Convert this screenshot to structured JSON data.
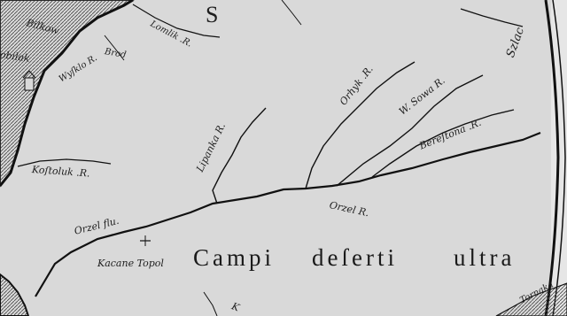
{
  "map": {
    "colors": {
      "paper": "#d9d9d9",
      "ink": "#1e1e1e",
      "coast": "#2a2a2a"
    },
    "region_title": {
      "word1": "Campi",
      "word2": "deſerti",
      "word3": "ultra"
    },
    "labels": {
      "bilkow": "Bilkow",
      "bilak": "obilak",
      "lomlik": "Lomlik .R.",
      "wysklo": "Wyſklo R.",
      "brod": "Brod",
      "sletter": "S",
      "szlac": "Szlac",
      "orhyk": "Orhyk .R.",
      "wsowa": "W. Sowa R.",
      "bereftona": "Bereſtona .R.",
      "lipanka": "Lipanka R.",
      "kostoluk": "Koſtoluk .R.",
      "orzelfl": "Orzel flu.",
      "orzelr": "Orzel R.",
      "kacane": "Kacane Topol",
      "kr": "K",
      "tornaka": "Tornaka"
    }
  }
}
